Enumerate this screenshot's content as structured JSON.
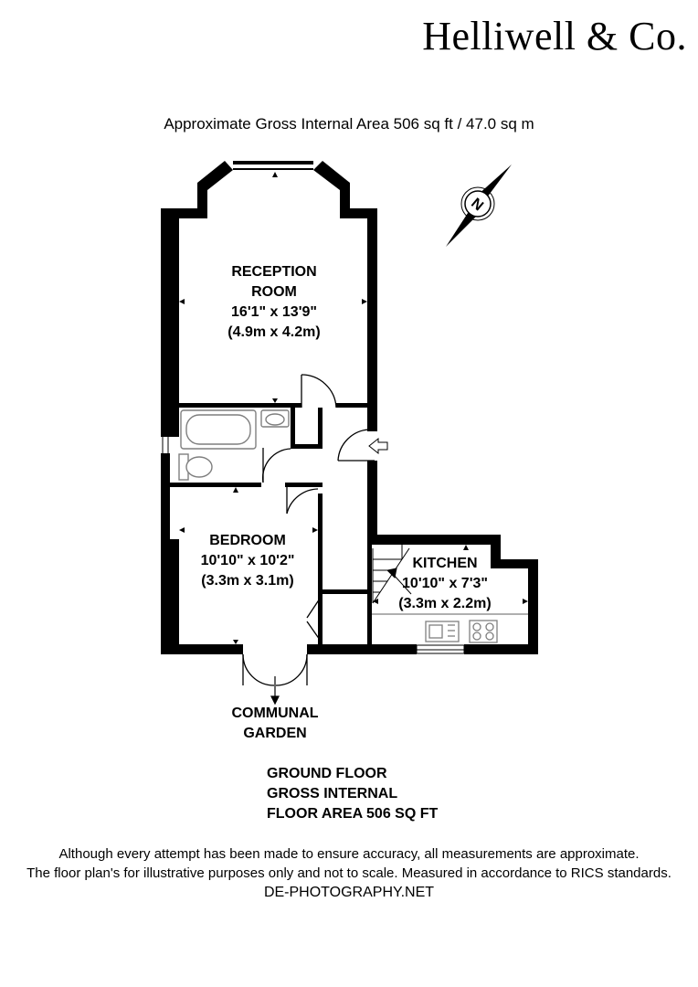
{
  "brand": "Helliwell & Co.",
  "area_summary": "Approximate Gross Internal Area 506 sq ft / 47.0 sq m",
  "rooms": {
    "reception": {
      "name_line1": "RECEPTION",
      "name_line2": "ROOM",
      "imperial": "16'1\" x 13'9\"",
      "metric": "(4.9m x 4.2m)"
    },
    "bedroom": {
      "name": "BEDROOM",
      "imperial": "10'10\" x 10'2\"",
      "metric": "(3.3m x 3.1m)"
    },
    "kitchen": {
      "name": "KITCHEN",
      "imperial": "10'10\" x 7'3\"",
      "metric": "(3.3m x 2.2m)"
    }
  },
  "garden": {
    "line1": "COMMUNAL",
    "line2": "GARDEN"
  },
  "compass": {
    "letter": "N"
  },
  "floor_summary": {
    "line1": "GROUND FLOOR",
    "line2": "GROSS INTERNAL",
    "line3": "FLOOR AREA 506 SQ FT"
  },
  "disclaimer": {
    "line1": "Although every attempt has been made to ensure accuracy, all measurements are approximate.",
    "line2": "The floor plan's for illustrative purposes only and not to scale. Measured in accordance to RICS standards."
  },
  "credit": "DE-PHOTOGRAPHY.NET",
  "colors": {
    "wall": "#000000",
    "fixture": "#7f7f7f",
    "background": "#ffffff"
  }
}
